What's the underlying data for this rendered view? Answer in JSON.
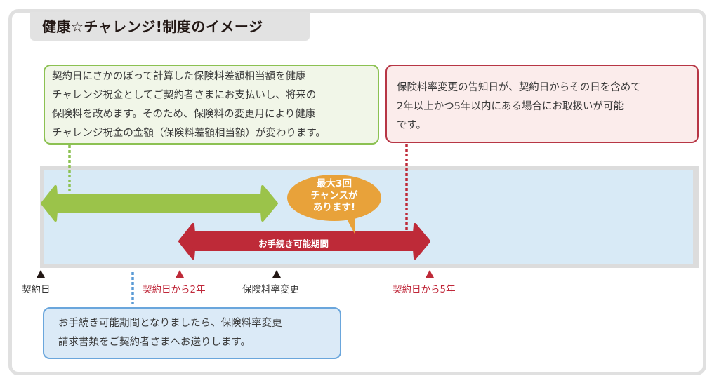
{
  "title": "健康☆チャレンジ!制度のイメージ",
  "colors": {
    "green": "#8cc152",
    "red": "#be2a38",
    "blue": "#6aa6dc",
    "orange": "#e8a23a",
    "band": "#d8eaf6"
  },
  "boxes": {
    "green": {
      "lines": [
        "契約日にさかのぼって計算した保険料差額相当額を健康",
        "チャレンジ祝金としてご契約者さまにお支払いし、将来の",
        "保険料を改めます。そのため、保険料の変更月により健康",
        "チャレンジ祝金の金額（保険料差額相当額）が変わります。"
      ]
    },
    "red": {
      "lines": [
        "保険料率変更の告知日が、契約日からその日を含めて",
        "2年以上かつ5年以内にある場合にお取扱いが可能",
        "です。"
      ]
    },
    "blue": {
      "lines": [
        "お手続き可能期間となりましたら、保険料率変更",
        "請求書類をご契約者さまへお送りします。"
      ]
    }
  },
  "arrows": {
    "procedure_label": "お手続き可能期間"
  },
  "bubble": {
    "lines": [
      "最大3回",
      "チャンスが",
      "あります!"
    ]
  },
  "timeline": {
    "markers": [
      {
        "label": "契約日",
        "color": "dark"
      },
      {
        "label": "契約日から2年",
        "color": "red"
      },
      {
        "label": "保険料率変更",
        "color": "dark"
      },
      {
        "label": "契約日から5年",
        "color": "red"
      }
    ]
  }
}
